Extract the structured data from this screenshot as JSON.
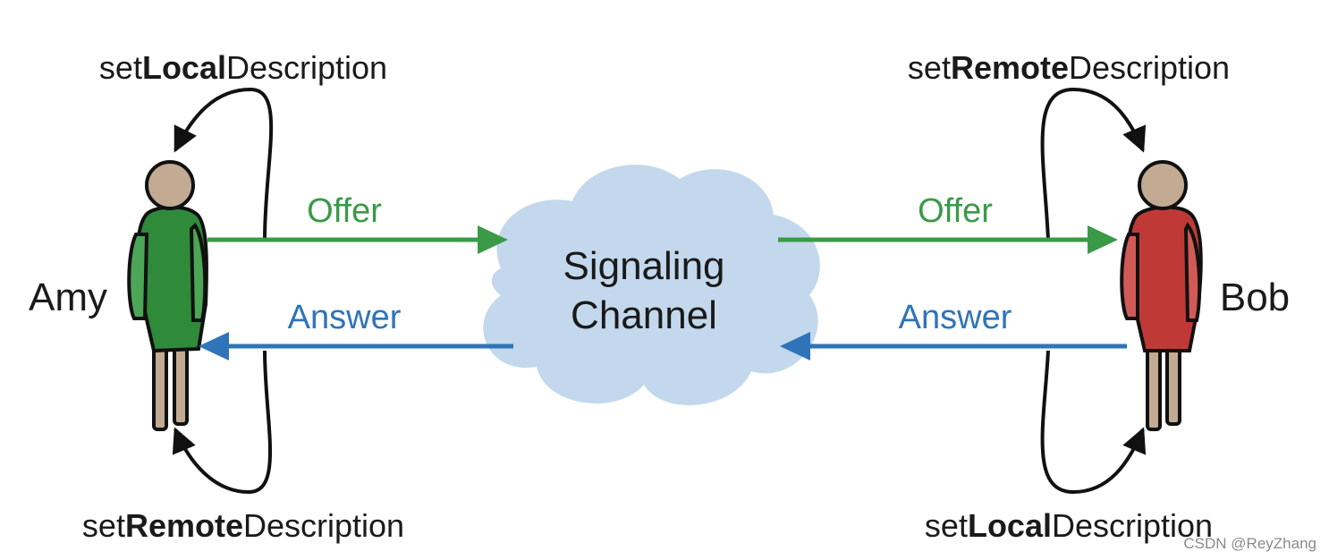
{
  "labels": {
    "amy_top": {
      "pre": "set",
      "bold": "Local",
      "post": "Description"
    },
    "amy_bottom": {
      "pre": "set",
      "bold": "Remote",
      "post": "Description"
    },
    "bob_top": {
      "pre": "set",
      "bold": "Remote",
      "post": "Description"
    },
    "bob_bottom": {
      "pre": "set",
      "bold": "Local",
      "post": "Description"
    }
  },
  "people": {
    "left": "Amy",
    "right": "Bob"
  },
  "messages": {
    "offer_left": "Offer",
    "answer_left": "Answer",
    "offer_right": "Offer",
    "answer_right": "Answer"
  },
  "cloud": {
    "line1": "Signaling",
    "line2": "Channel"
  },
  "watermark": "CSDN @ReyZhang",
  "colors": {
    "offer": "#3b9a48",
    "answer": "#2f74b9",
    "amy_body": "#2f8a3a",
    "bob_body": "#bf3a36",
    "skin": "#c2ab92",
    "cloud": "#c3d8ec"
  }
}
